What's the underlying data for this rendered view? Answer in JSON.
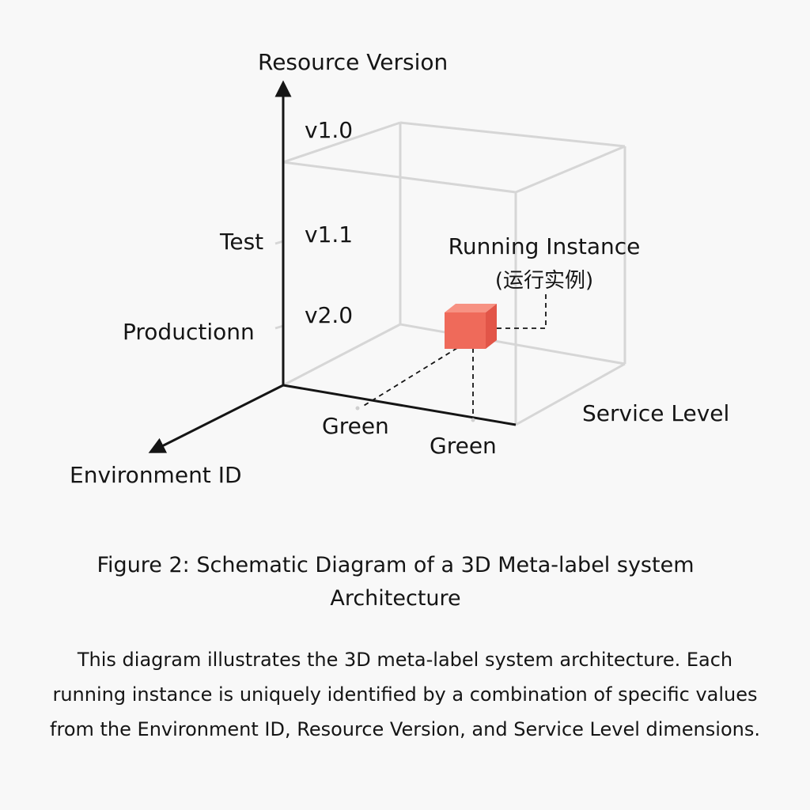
{
  "axes": {
    "vertical": "Resource Version",
    "depth": "Environment ID",
    "horizontal": "Service Level"
  },
  "version_labels": [
    "v1.0",
    "v1.1",
    "v2.0"
  ],
  "environment_labels": [
    "Test",
    "Productionn"
  ],
  "service_level_labels": [
    "Green",
    "Green"
  ],
  "instance": {
    "label": "Running Instance",
    "label_zh": "(运行实例)",
    "color": "#ef6a5a"
  },
  "figure_caption": "Figure 2: Schematic Diagram of a 3D Meta-label system Architecture",
  "figure_description": "This diagram illustrates the 3D meta-label system architecture. Each running instance is uniquely identified by a combination of specific values from the Environment ID, Resource Version, and Service Level dimensions."
}
